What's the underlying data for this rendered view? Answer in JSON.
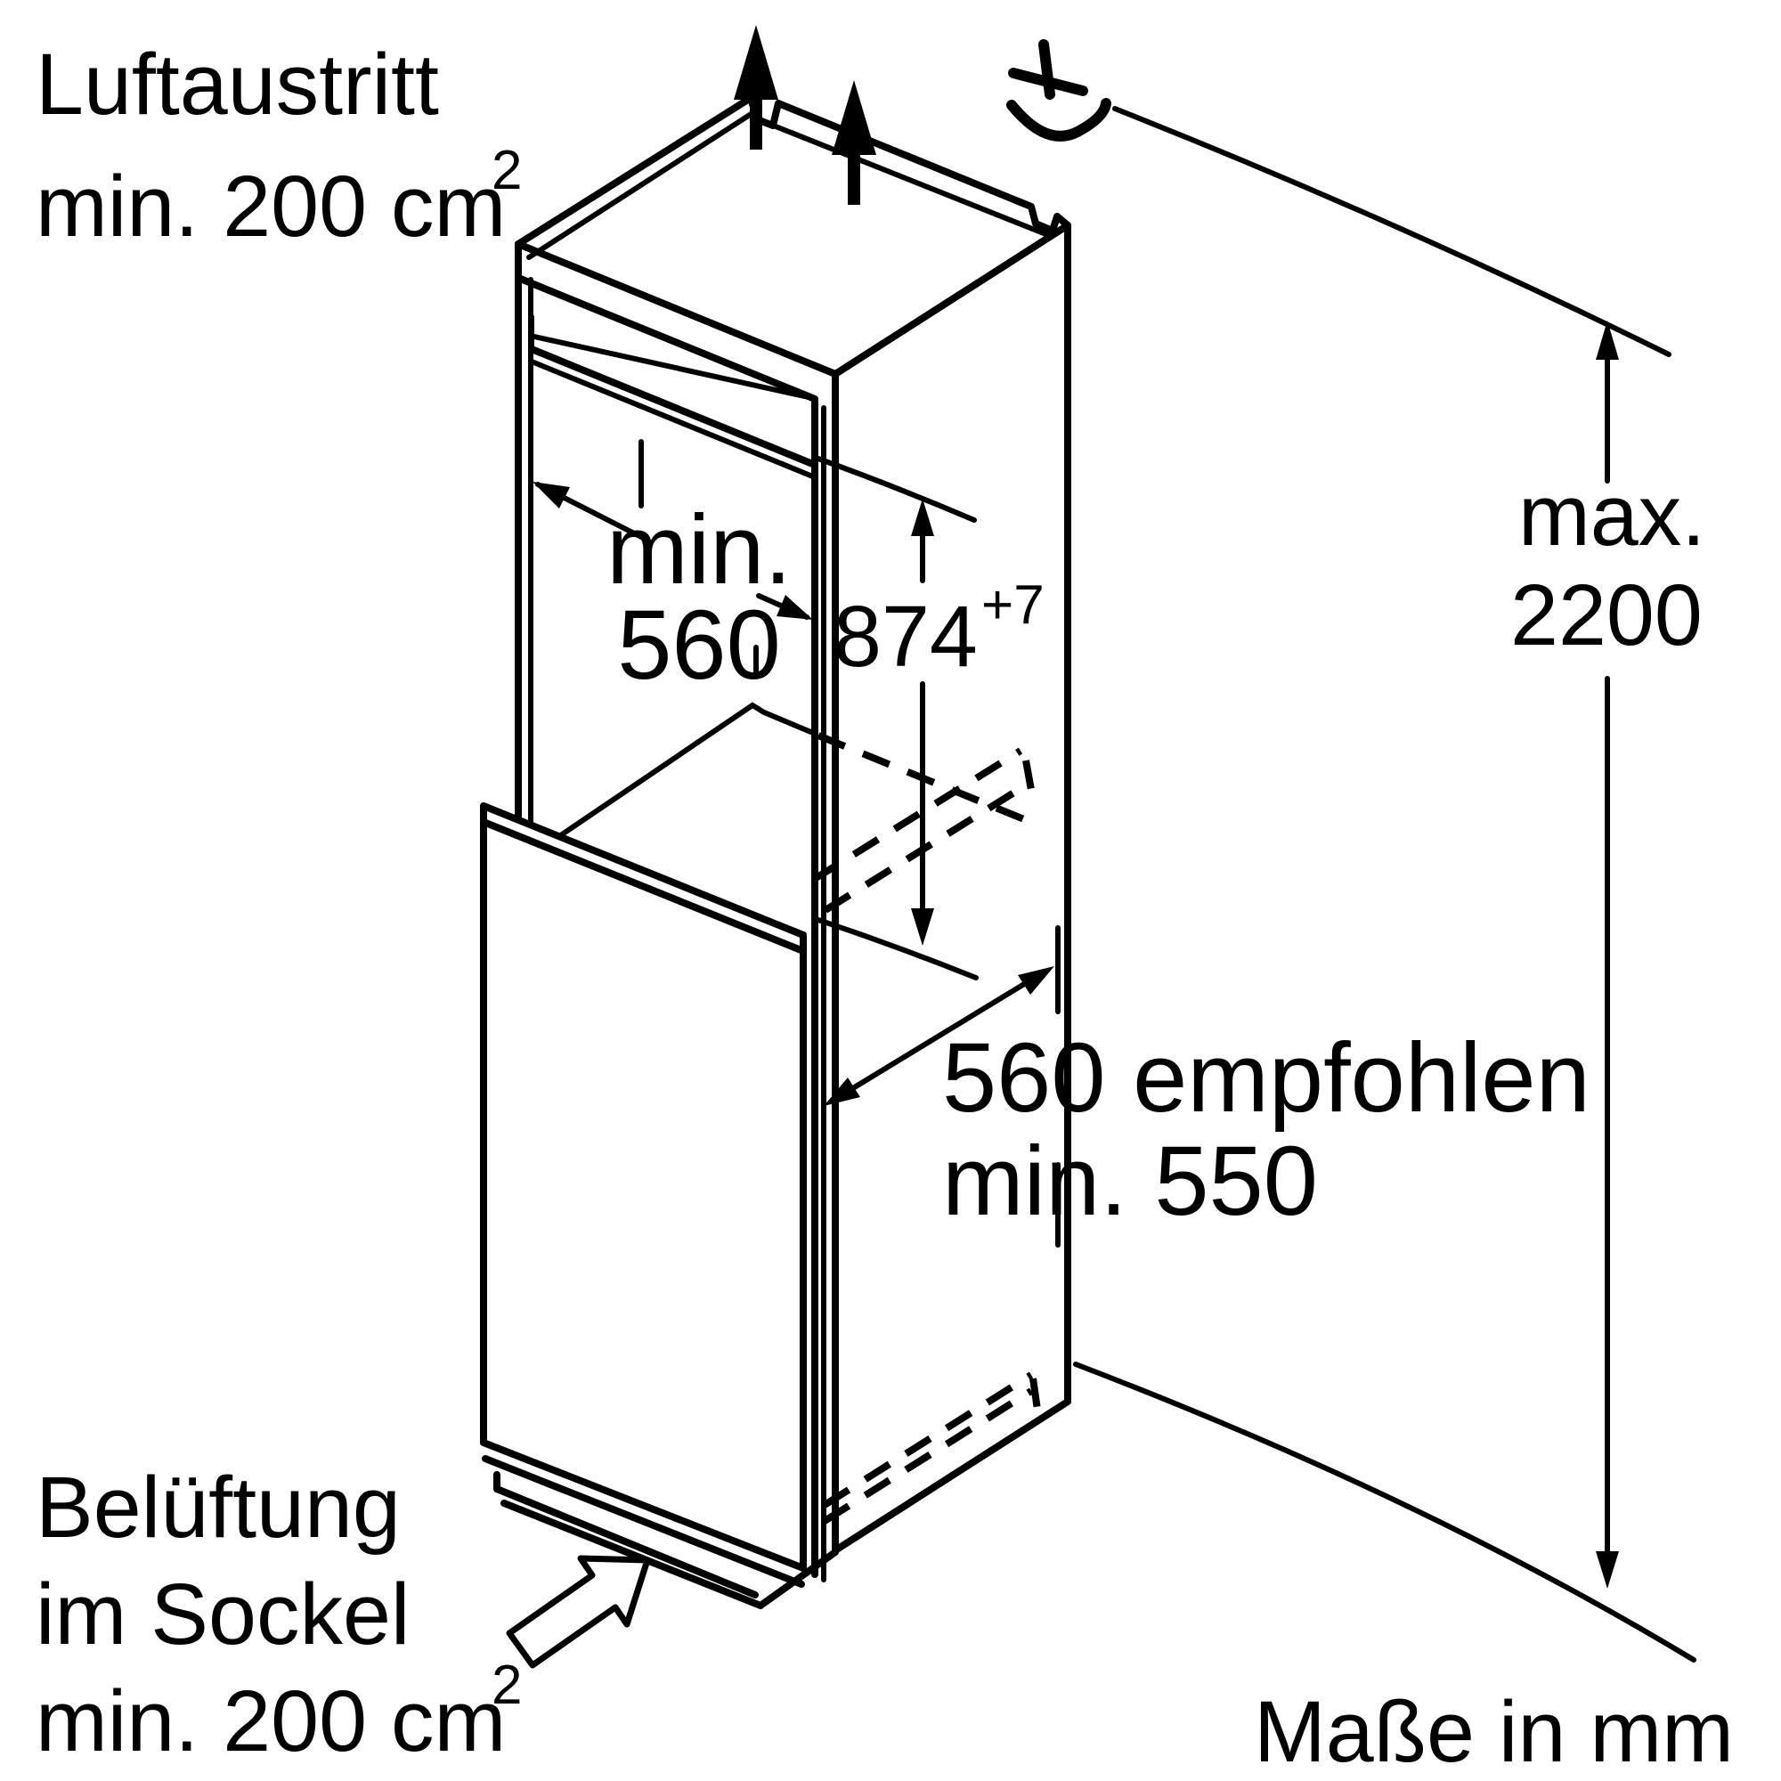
{
  "diagram": {
    "type": "appliance-niche-installation-drawing",
    "units_note": "Maße in mm",
    "colors": {
      "line": "#000000",
      "background": "#ffffff"
    },
    "labels": {
      "air_outlet": {
        "line1": "Luftaustritt",
        "line2": "min. 200 cm",
        "sup": "2"
      },
      "base_vent": {
        "line1": "Belüftung",
        "line2": "im Sockel",
        "line3": "min. 200 cm",
        "sup": "2"
      }
    },
    "dimensions": {
      "niche_width": {
        "line1": "min.",
        "line2": "560"
      },
      "niche_height": {
        "value": "874",
        "tolerance": "+7"
      },
      "max_height": {
        "line1": "max.",
        "line2": "2200"
      },
      "depth": {
        "line1": "560 empfohlen",
        "line2": "min. 550"
      }
    },
    "icons": {
      "airflow": "up-arrow-icon",
      "power": "power-cable-icon",
      "base_airflow": "hollow-block-arrow-icon"
    }
  }
}
